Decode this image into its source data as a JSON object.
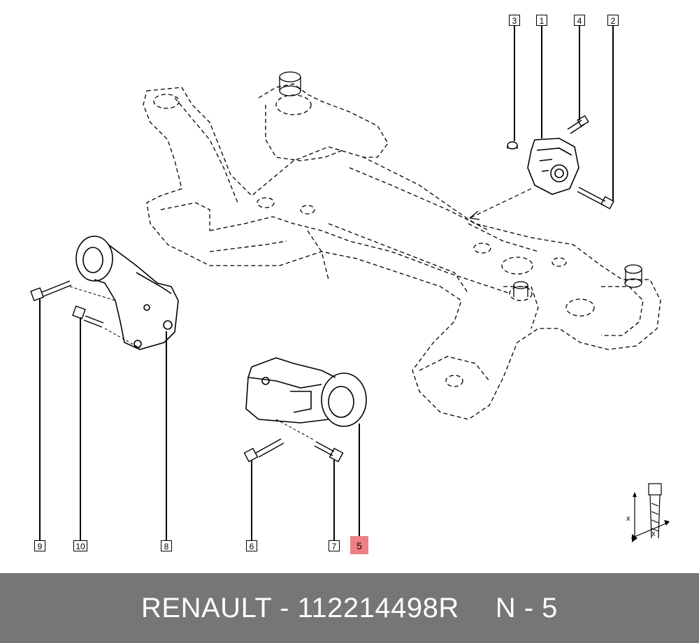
{
  "callouts": {
    "c1": "1",
    "c2": "2",
    "c3": "3",
    "c4": "4",
    "c5": "5",
    "c6": "6",
    "c7": "7",
    "c8": "8",
    "c9": "9",
    "c10": "10"
  },
  "highlighted_callout": "5",
  "highlight_color": "#ef7f86",
  "dimension_labels": {
    "x1": "x",
    "x2": "x"
  },
  "footer": {
    "brand": "RENAULT",
    "separator": " - ",
    "part_number": "112214498R",
    "code": "N - 5",
    "background": "#767676"
  }
}
